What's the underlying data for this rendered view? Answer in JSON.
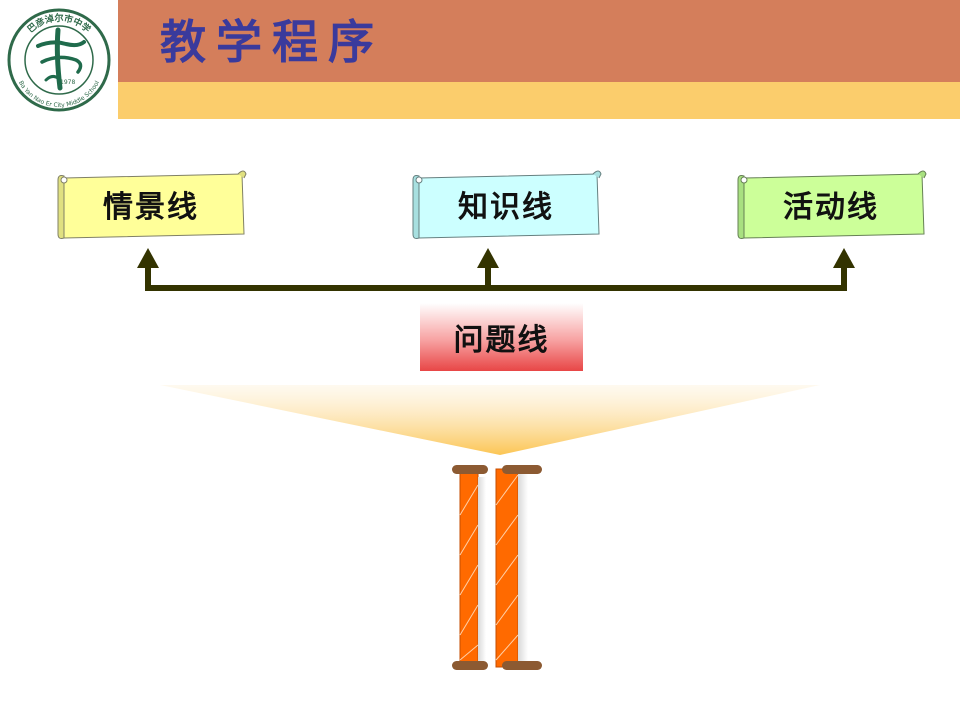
{
  "header": {
    "title": "教学程序"
  },
  "logo": {
    "ring_text": "巴彦淖尔市中学",
    "ring_text_en": "Ba Yan Nao Er City Middle School",
    "year": "1978"
  },
  "diagram": {
    "scrolls": [
      {
        "label": "情景线",
        "color": "#ffff99"
      },
      {
        "label": "知识线",
        "color": "#ccffff"
      },
      {
        "label": "活动线",
        "color": "#ccff99"
      }
    ],
    "problem_line": {
      "label": "问题线"
    }
  },
  "colors": {
    "header_band": "#d47e5b",
    "header_stripe": "#fbcd6c",
    "title": "#3a3a9c",
    "connector": "#333300",
    "mini_scroll": "#ff6a00"
  }
}
